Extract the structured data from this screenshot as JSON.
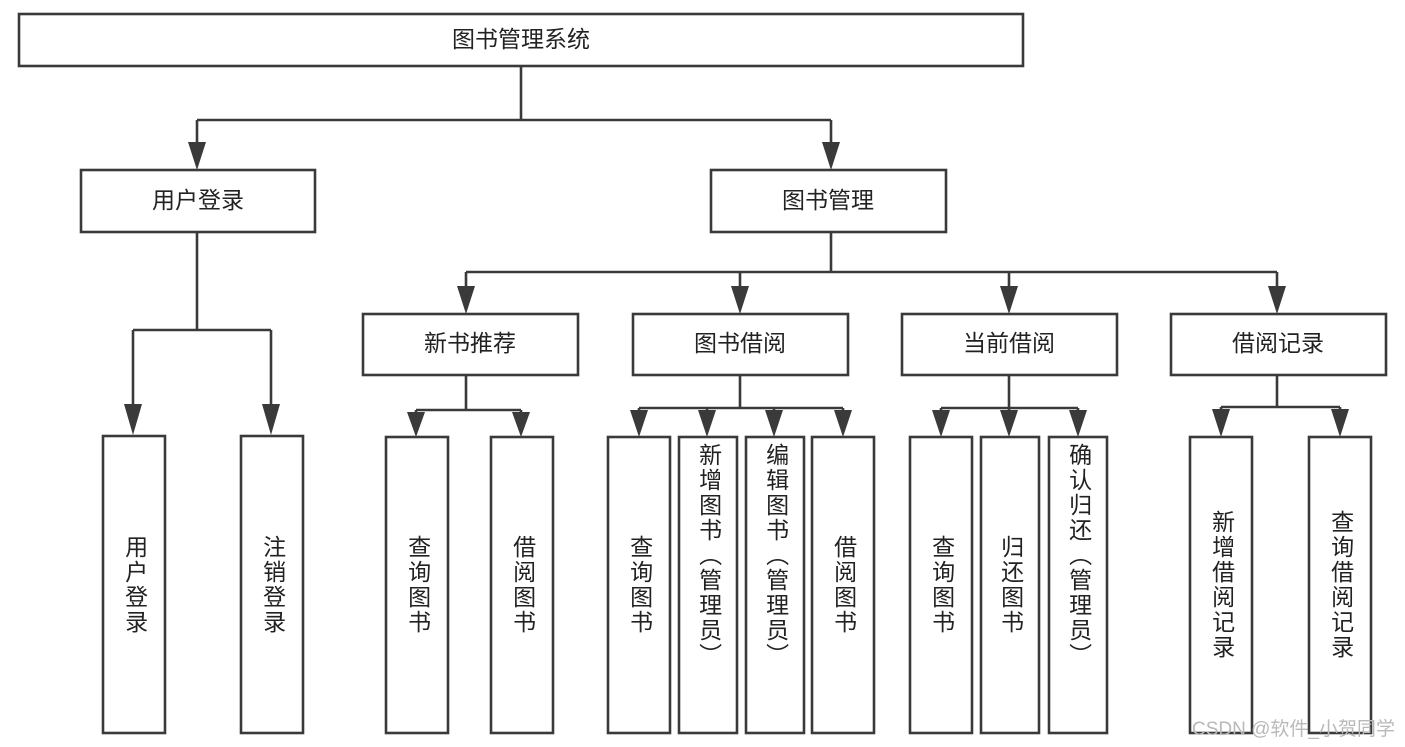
{
  "diagram": {
    "title_node": {
      "label": "图书管理系统"
    },
    "level2": [
      {
        "id": "user-login",
        "label": "用户登录"
      },
      {
        "id": "book-manage",
        "label": "图书管理"
      }
    ],
    "level3": [
      {
        "id": "new-book-recommend",
        "label": "新书推荐"
      },
      {
        "id": "book-borrow",
        "label": "图书借阅"
      },
      {
        "id": "current-borrow",
        "label": "当前借阅"
      },
      {
        "id": "borrow-record",
        "label": "借阅记录"
      }
    ],
    "leaves": {
      "user-login": [
        {
          "id": "leaf-user-login",
          "label": "用户登录"
        },
        {
          "id": "leaf-logout-login",
          "label": "注销登录"
        }
      ],
      "new-book-recommend": [
        {
          "id": "leaf-query-book-1",
          "label": "查询图书"
        },
        {
          "id": "leaf-borrow-book-1",
          "label": "借阅图书"
        }
      ],
      "book-borrow": [
        {
          "id": "leaf-query-book-2",
          "label": "查询图书"
        },
        {
          "id": "leaf-add-book",
          "label": "新增图书（管理员）"
        },
        {
          "id": "leaf-edit-book",
          "label": "编辑图书（管理员）"
        },
        {
          "id": "leaf-borrow-book-2",
          "label": "借阅图书"
        }
      ],
      "current-borrow": [
        {
          "id": "leaf-query-book-3",
          "label": "查询图书"
        },
        {
          "id": "leaf-return-book",
          "label": "归还图书"
        },
        {
          "id": "leaf-confirm-return",
          "label": "确认归还（管理员）"
        }
      ],
      "borrow-record": [
        {
          "id": "leaf-add-borrow-record",
          "label": "新增借阅记录"
        },
        {
          "id": "leaf-query-borrow-record",
          "label": "查询借阅记录"
        }
      ]
    }
  },
  "watermark": {
    "text": "CSDN @软件_小贺同学"
  },
  "colors": {
    "stroke": "#3a3a3a",
    "background": "#ffffff",
    "text": "#222222",
    "watermark": "#b9b9b9"
  }
}
